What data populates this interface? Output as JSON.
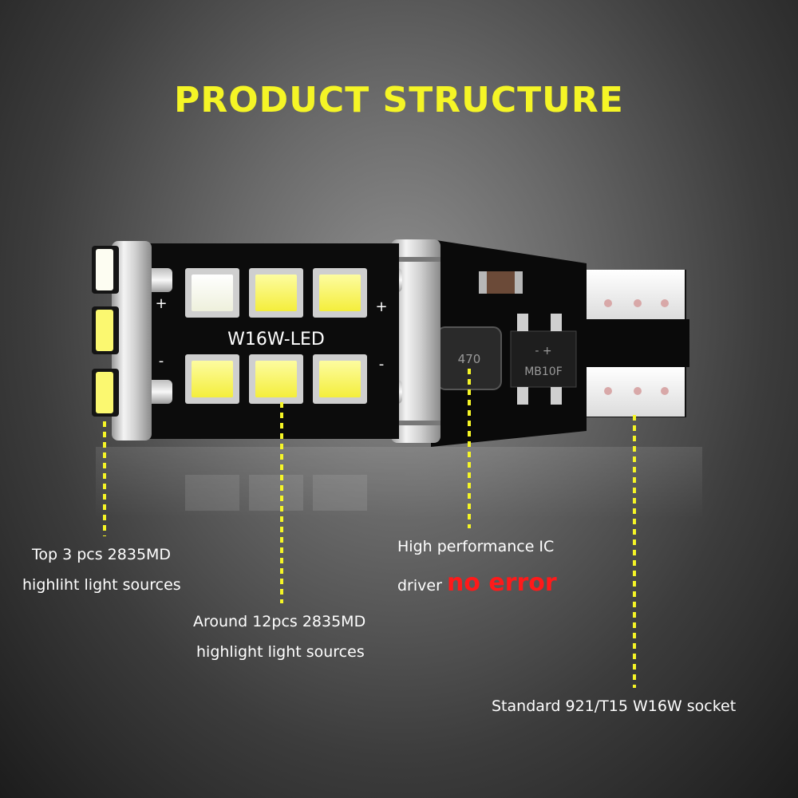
{
  "title": "PRODUCT STRUCTURE",
  "product": {
    "board_marking": "W16W-LED",
    "inductor_marking": "470",
    "bridge_marking": "MB10F",
    "plus_sign": "+",
    "minus_sign": "-"
  },
  "callouts": [
    {
      "line1": "Top 3 pcs 2835MD",
      "line2": "highliht light sources"
    },
    {
      "line1": "Around 12pcs 2835MD",
      "line2": "highlight light sources"
    },
    {
      "line1": "High performance IC",
      "line2_prefix": "driver",
      "line2_accent": "no error"
    },
    {
      "line1": "Standard 921/T15 W16W socket"
    }
  ],
  "colors": {
    "title": "#f5f526",
    "leader": "#f5f526",
    "accent": "#ff1a1a",
    "led_yellow": "#fbf870",
    "led_white": "#fdfdf2",
    "pcb": "#0c0c0c"
  }
}
